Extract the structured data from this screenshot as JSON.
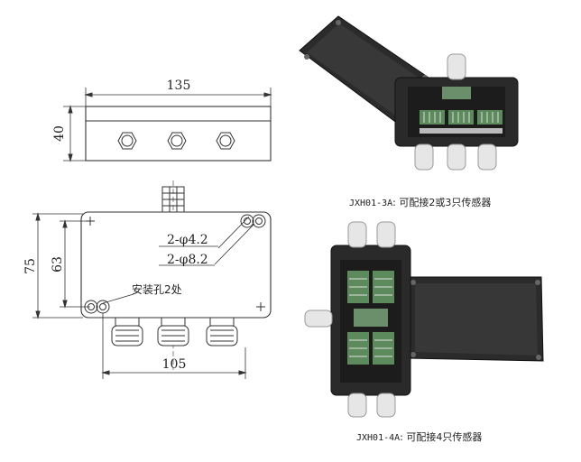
{
  "drawing": {
    "dimensions": {
      "width_top": "135",
      "height_side": "40",
      "height_outer": "75",
      "height_inner": "63",
      "width_bottom": "105"
    },
    "labels": {
      "hole_small": "2-φ4.2",
      "hole_large": "2-φ8.2",
      "mounting": "安装孔2处"
    }
  },
  "photos": [
    {
      "model": "JXH01-3A",
      "separator": ": ",
      "desc": "可配接2或3只传感器"
    },
    {
      "model": "JXH01-4A",
      "separator": ": ",
      "desc": "可配接4只传感器"
    }
  ],
  "colors": {
    "line": "#333333",
    "enclosure": "#2c2c2c",
    "enclosure_edge": "#1a1a1a",
    "gland": "#e6e6e6",
    "terminal_green": "#5d8a5d"
  }
}
